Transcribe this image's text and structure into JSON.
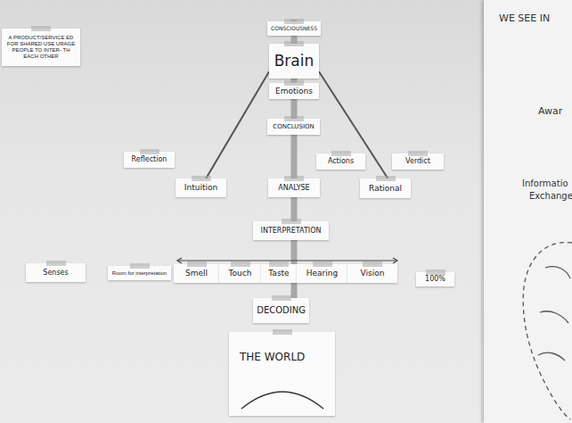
{
  "diagram": {
    "nodes": [
      {
        "text": [
          "A PRODUCT/SERVICE ED FOR SHARED USE URAGE PEOPLE TO INTER- TH EACH OTHER"
        ]
      },
      {
        "text": [
          "CONSCIOUSNESS"
        ]
      },
      {
        "text": [
          "Brain"
        ]
      },
      {
        "text": [
          "Emotions"
        ]
      },
      {
        "text": [
          "CONCLUSION"
        ]
      },
      {
        "text": [
          "Reflection"
        ]
      },
      {
        "text": [
          "Actions"
        ]
      },
      {
        "text": [
          "Verdict"
        ]
      },
      {
        "text": [
          "Intuition"
        ]
      },
      {
        "text": [
          "ANALYSE"
        ]
      },
      {
        "text": [
          "Rational"
        ]
      },
      {
        "text": [
          "INTERPRETATION"
        ]
      },
      {
        "text": [
          "Senses"
        ]
      },
      {
        "text": [
          "Room for interpretation"
        ]
      },
      {
        "text": [
          "Smell"
        ]
      },
      {
        "text": [
          "Touch"
        ]
      },
      {
        "text": [
          "Taste"
        ]
      },
      {
        "text": [
          "Hearing"
        ]
      },
      {
        "text": [
          "Vision"
        ]
      },
      {
        "text": [
          "100%"
        ]
      },
      {
        "text": [
          "DECODING"
        ]
      },
      {
        "text": [
          "THE WORLD"
        ]
      }
    ],
    "edges": [
      {
        "from": 2,
        "to": 8,
        "arrow": "none"
      },
      {
        "from": 2,
        "to": 10,
        "arrow": "none"
      }
    ],
    "labels": [
      "WE SEE IN",
      "Awar",
      "Informatio",
      "Exchange"
    ]
  }
}
